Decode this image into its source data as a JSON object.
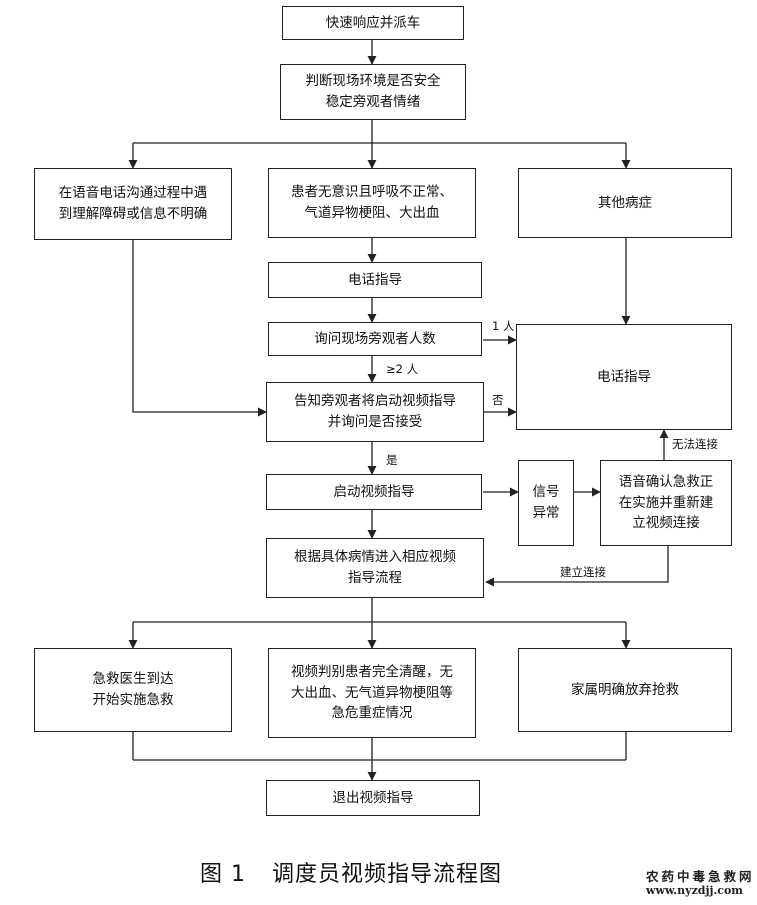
{
  "nodes": {
    "n1": {
      "lines": [
        "快速响应并派车"
      ]
    },
    "n2": {
      "lines": [
        "判断现场环境是否安全",
        "稳定旁观者情绪"
      ]
    },
    "n3": {
      "lines": [
        "在语音电话沟通过程中遇",
        "到理解障碍或信息不明确"
      ]
    },
    "n4": {
      "lines": [
        "患者无意识且呼吸不正常、",
        "气道异物梗阻、大出血"
      ]
    },
    "n5": {
      "lines": [
        "其他病症"
      ]
    },
    "n6": {
      "lines": [
        "电话指导"
      ]
    },
    "n7": {
      "lines": [
        "询问现场旁观者人数"
      ]
    },
    "n8": {
      "lines": [
        "电话指导"
      ]
    },
    "n9": {
      "lines": [
        "告知旁观者将启动视频指导",
        "并询问是否接受"
      ]
    },
    "n10": {
      "lines": [
        "启动视频指导"
      ]
    },
    "n11": {
      "lines": [
        "信号",
        "异常"
      ]
    },
    "n12": {
      "lines": [
        "语音确认急救正",
        "在实施并重新建",
        "立视频连接"
      ]
    },
    "n13": {
      "lines": [
        "根据具体病情进入相应视频",
        "指导流程"
      ]
    },
    "n14": {
      "lines": [
        "急救医生到达",
        "开始实施急救"
      ]
    },
    "n15": {
      "lines": [
        "视频判别患者完全清醒，无",
        "大出血、无气道异物梗阻等",
        "急危重症情况"
      ]
    },
    "n16": {
      "lines": [
        "家属明确放弃抢救"
      ]
    },
    "n17": {
      "lines": [
        "退出视频指导"
      ]
    }
  },
  "edge_labels": {
    "one_person": "1 人",
    "two_or_more": "≥2 人",
    "no": "否",
    "yes": "是",
    "cannot_connect": "无法连接",
    "connected": "建立连接"
  },
  "caption": {
    "figure_number": "图 1",
    "title": "调度员视频指导流程图"
  },
  "watermark": {
    "name": "农药中毒急救网",
    "url": "www.nyzdjj.com"
  }
}
